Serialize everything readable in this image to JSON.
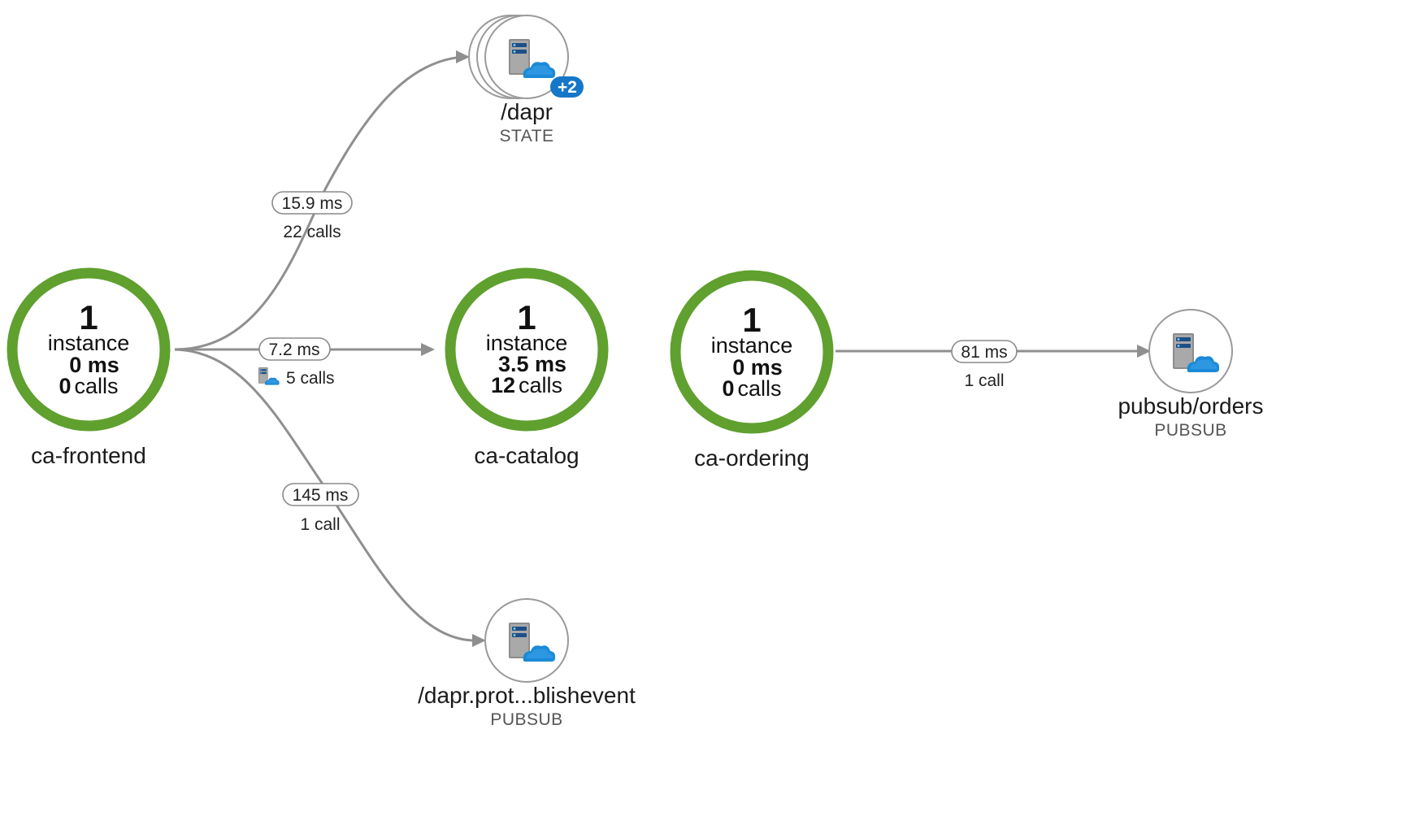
{
  "app_nodes": [
    {
      "id": "ca-frontend",
      "count": "1",
      "instance_label": "instance",
      "ms": "0 ms",
      "calls_num": "0",
      "calls_word": "calls",
      "name": "ca-frontend"
    },
    {
      "id": "ca-catalog",
      "count": "1",
      "instance_label": "instance",
      "ms": "3.5 ms",
      "calls_num": "12",
      "calls_word": "calls",
      "name": "ca-catalog"
    },
    {
      "id": "ca-ordering",
      "count": "1",
      "instance_label": "instance",
      "ms": "0 ms",
      "calls_num": "0",
      "calls_word": "calls",
      "name": "ca-ordering"
    }
  ],
  "dependency_nodes": [
    {
      "id": "dapr-state",
      "name": "/dapr",
      "type": "STATE",
      "badge": "+2",
      "icon": "server-cloud-icon"
    },
    {
      "id": "pubsub-orders",
      "name": "pubsub/orders",
      "type": "PUBSUB",
      "icon": "server-cloud-icon"
    },
    {
      "id": "dapr-publish",
      "name": "/dapr.prot...blishevent",
      "type": "PUBSUB",
      "icon": "server-cloud-icon"
    }
  ],
  "edges": [
    {
      "id": "frontend-to-dapr",
      "duration": "15.9 ms",
      "calls": "22 calls"
    },
    {
      "id": "frontend-to-catalog",
      "duration": "7.2 ms",
      "calls": "5 calls",
      "calls_icon": "server-cloud-icon"
    },
    {
      "id": "frontend-to-publish",
      "duration": "145 ms",
      "calls": "1 call"
    },
    {
      "id": "ordering-to-orders",
      "duration": "81 ms",
      "calls": "1 call"
    }
  ],
  "colors": {
    "healthy_ring": "#5fa02f",
    "edge": "#8f8f8f",
    "badge": "#1577c8",
    "cloud": "#1a8ad8"
  }
}
